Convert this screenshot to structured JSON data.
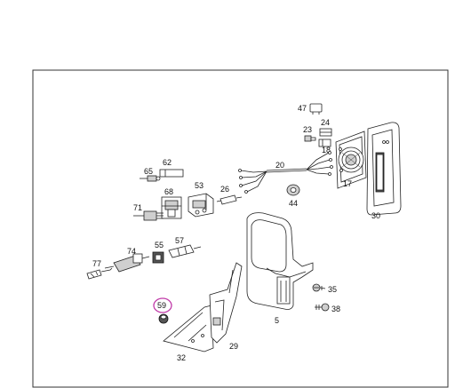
{
  "colors": {
    "frame": "#333333",
    "ink": "#222222",
    "highlight": "#c03aa8"
  },
  "highlighted_part": "59",
  "parts": {
    "p47": "47",
    "p24": "24",
    "p23": "23",
    "p18": "18",
    "p62": "62",
    "p65": "65",
    "p20": "20",
    "p17": "17",
    "p68": "68",
    "p53": "53",
    "p26": "26",
    "p71": "71",
    "p44": "44",
    "p30": "30",
    "p74": "74",
    "p55": "55",
    "p57": "57",
    "p77": "77",
    "p35": "35",
    "p59": "59",
    "p38": "38",
    "p5": "5",
    "p32": "32",
    "p29": "29"
  }
}
